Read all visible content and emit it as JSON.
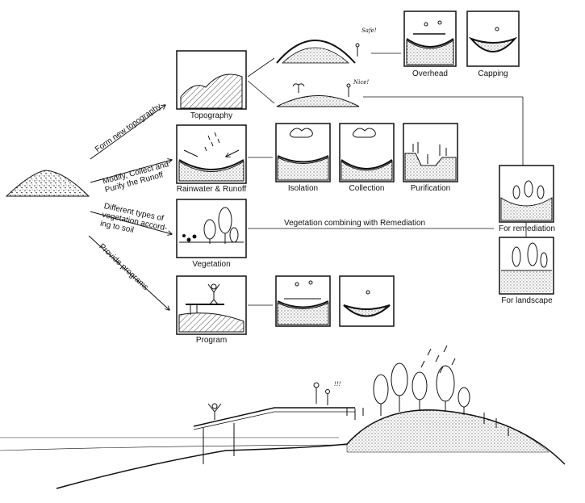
{
  "arrows": {
    "topography": "Form new topography",
    "runoff": "Modify, Collect and Purify the Runoff",
    "runoff_line1": "Modify, Collect and",
    "runoff_line2": "Purify the Runoff",
    "vegetation_line1": "Different types of",
    "vegetation_line2": "vegetation accord-",
    "vegetation_line3": "ing to soil",
    "program": "Provide programs"
  },
  "panels": {
    "topography": "Topography",
    "rainwater": "Rainwater & Runoff",
    "vegetation": "Vegetation",
    "program": "Program",
    "overhead": "Overhead",
    "capping": "Capping",
    "isolation": "Isolation",
    "collection": "Collection",
    "purification": "Purification",
    "remediation": "For remediation",
    "landscape": "For landscape"
  },
  "connector_label": "Vegetation combining with Remediation",
  "handwritten": {
    "safe": "Safe!",
    "nice": "Nice!",
    "exclaim": "!!!"
  }
}
